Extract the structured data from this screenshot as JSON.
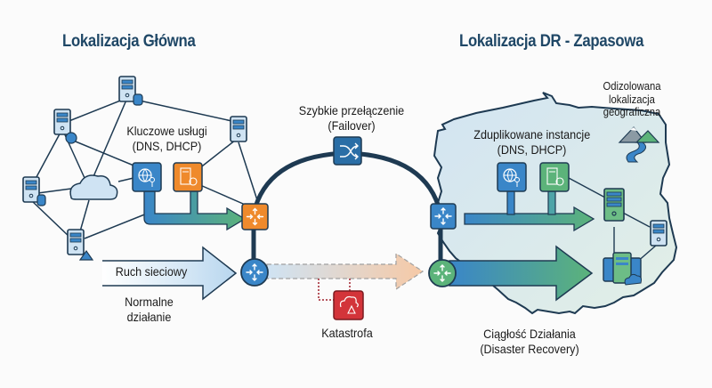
{
  "titles": {
    "primary_site": "Lokalizacja Główna",
    "dr_site": "Lokalizacja DR - Zapasowa"
  },
  "labels": {
    "key_services_line1": "Kluczowe usługi",
    "key_services_line2": "(DNS, DHCP)",
    "network_traffic": "Ruch sieciowy",
    "normal_op_line1": "Normalne",
    "normal_op_line2": "działanie",
    "failover_line1": "Szybkie przełączenie",
    "failover_line2": "(Failover)",
    "disaster": "Katastrofa",
    "duplicated_line1": "Zduplikowane instancje",
    "duplicated_line2": "(DNS, DHCP)",
    "isolated_line1": "Odizolowana",
    "isolated_line2": "lokalizacja",
    "isolated_line3": "geograficzna",
    "continuity_line1": "Ciągłość Działania",
    "continuity_line2": "(Disaster Recovery)"
  },
  "colors": {
    "title": "#1f4766",
    "outline": "#1e3a52",
    "blue": "#3a86c8",
    "light_blue": "#cfe3f3",
    "orange": "#ef8a2c",
    "green": "#5cb37a",
    "red": "#d3343a",
    "map_fill": "#dcebf2",
    "arc": "#1e3a52"
  },
  "icons": {
    "dns": "globe-key-icon",
    "dhcp": "server-gear-icon",
    "switch": "switch-arrows-icon",
    "router": "router-arrows-icon",
    "failover": "shuffle-icon",
    "disaster": "cloud-warning-icon",
    "mountains": "mountains-river-icon"
  }
}
